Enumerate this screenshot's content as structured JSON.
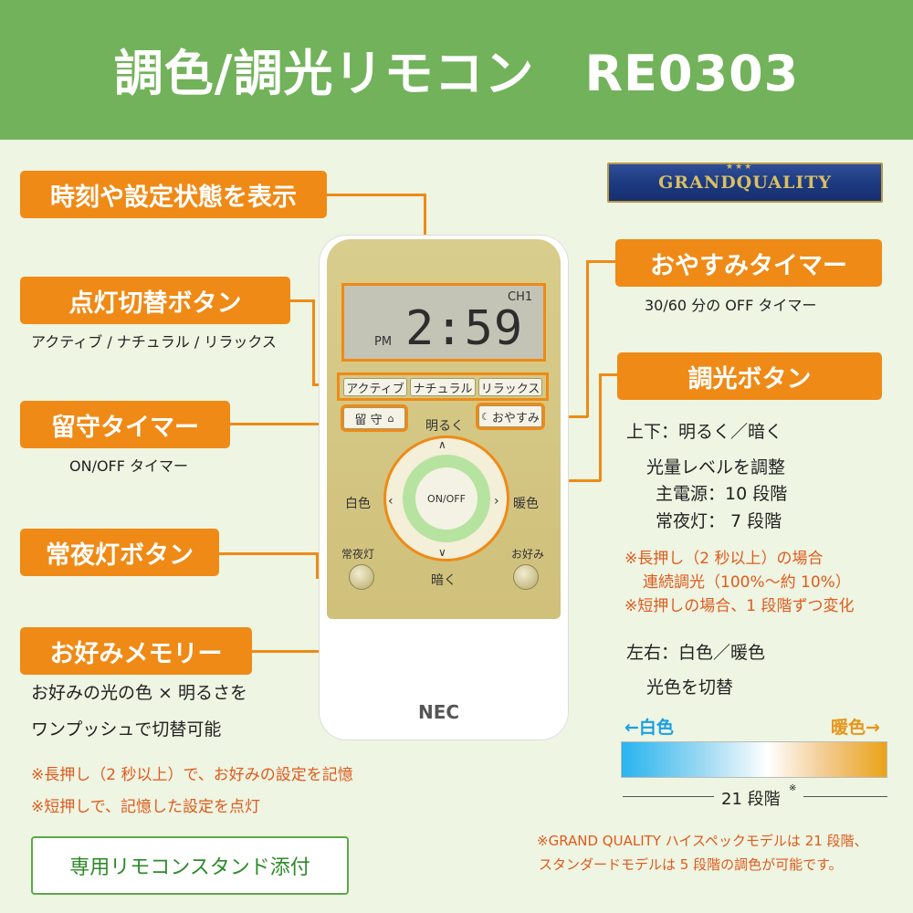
{
  "header": {
    "title": "調色/調光リモコン　RE0303"
  },
  "badge": {
    "text": "GRANDQUALITY",
    "stars": "★★★"
  },
  "labels": {
    "display": "時刻や設定状態を表示",
    "mode": "点灯切替ボタン",
    "mode_desc": "アクティブ / ナチュラル / リラックス",
    "away": "留守タイマー",
    "away_desc": "ON/OFF タイマー",
    "night": "常夜灯ボタン",
    "fav": "お好みメモリー",
    "fav_desc1": "お好みの光の色 × 明るさを",
    "fav_desc2": "ワンプッシュで切替可能",
    "fav_note1": "※長押し（2 秒以上）で、お好みの設定を記憶",
    "fav_note2": "※短押しで、記憶した設定を点灯",
    "sleep": "おやすみタイマー",
    "sleep_desc": "30/60 分の OFF タイマー",
    "dim": "調光ボタン",
    "dim_l1": "上下：明るく／暗く",
    "dim_l2": "光量レベルを調整",
    "dim_l3": "主電源：10 段階",
    "dim_l4": "常夜灯：  7 段階",
    "dim_n1": "※長押し（2 秒以上）の場合",
    "dim_n2": "連続調光（100%～約 10%）",
    "dim_n3": "※短押しの場合、1 段階ずつ変化",
    "lr_l1": "左右：白色／暖色",
    "lr_l2": "光色を切替",
    "bar_left": "←白色",
    "bar_right": "暖色→",
    "bar_steps": "21 段階",
    "bar_mark": "※",
    "footnote1": "※GRAND QUALITY ハイスペックモデルは 21 段階、",
    "footnote2": "スタンダードモデルは 5 段階の調色が可能です。",
    "stand": "専用リモコンスタンド添付"
  },
  "remote": {
    "ch": "CH1",
    "pm": "PM",
    "time": "2:59",
    "btn_active": "アクティブ",
    "btn_natural": "ナチュラル",
    "btn_relax": "リラックス",
    "btn_away": "留 守",
    "btn_sleep": "おやすみ",
    "up_label": "明るく",
    "down_label": "暗く",
    "left_label": "白色",
    "right_label": "暖色",
    "onoff": "ON/OFF",
    "night_label": "常夜灯",
    "fav_label": "お好み",
    "brand": "NEC"
  }
}
